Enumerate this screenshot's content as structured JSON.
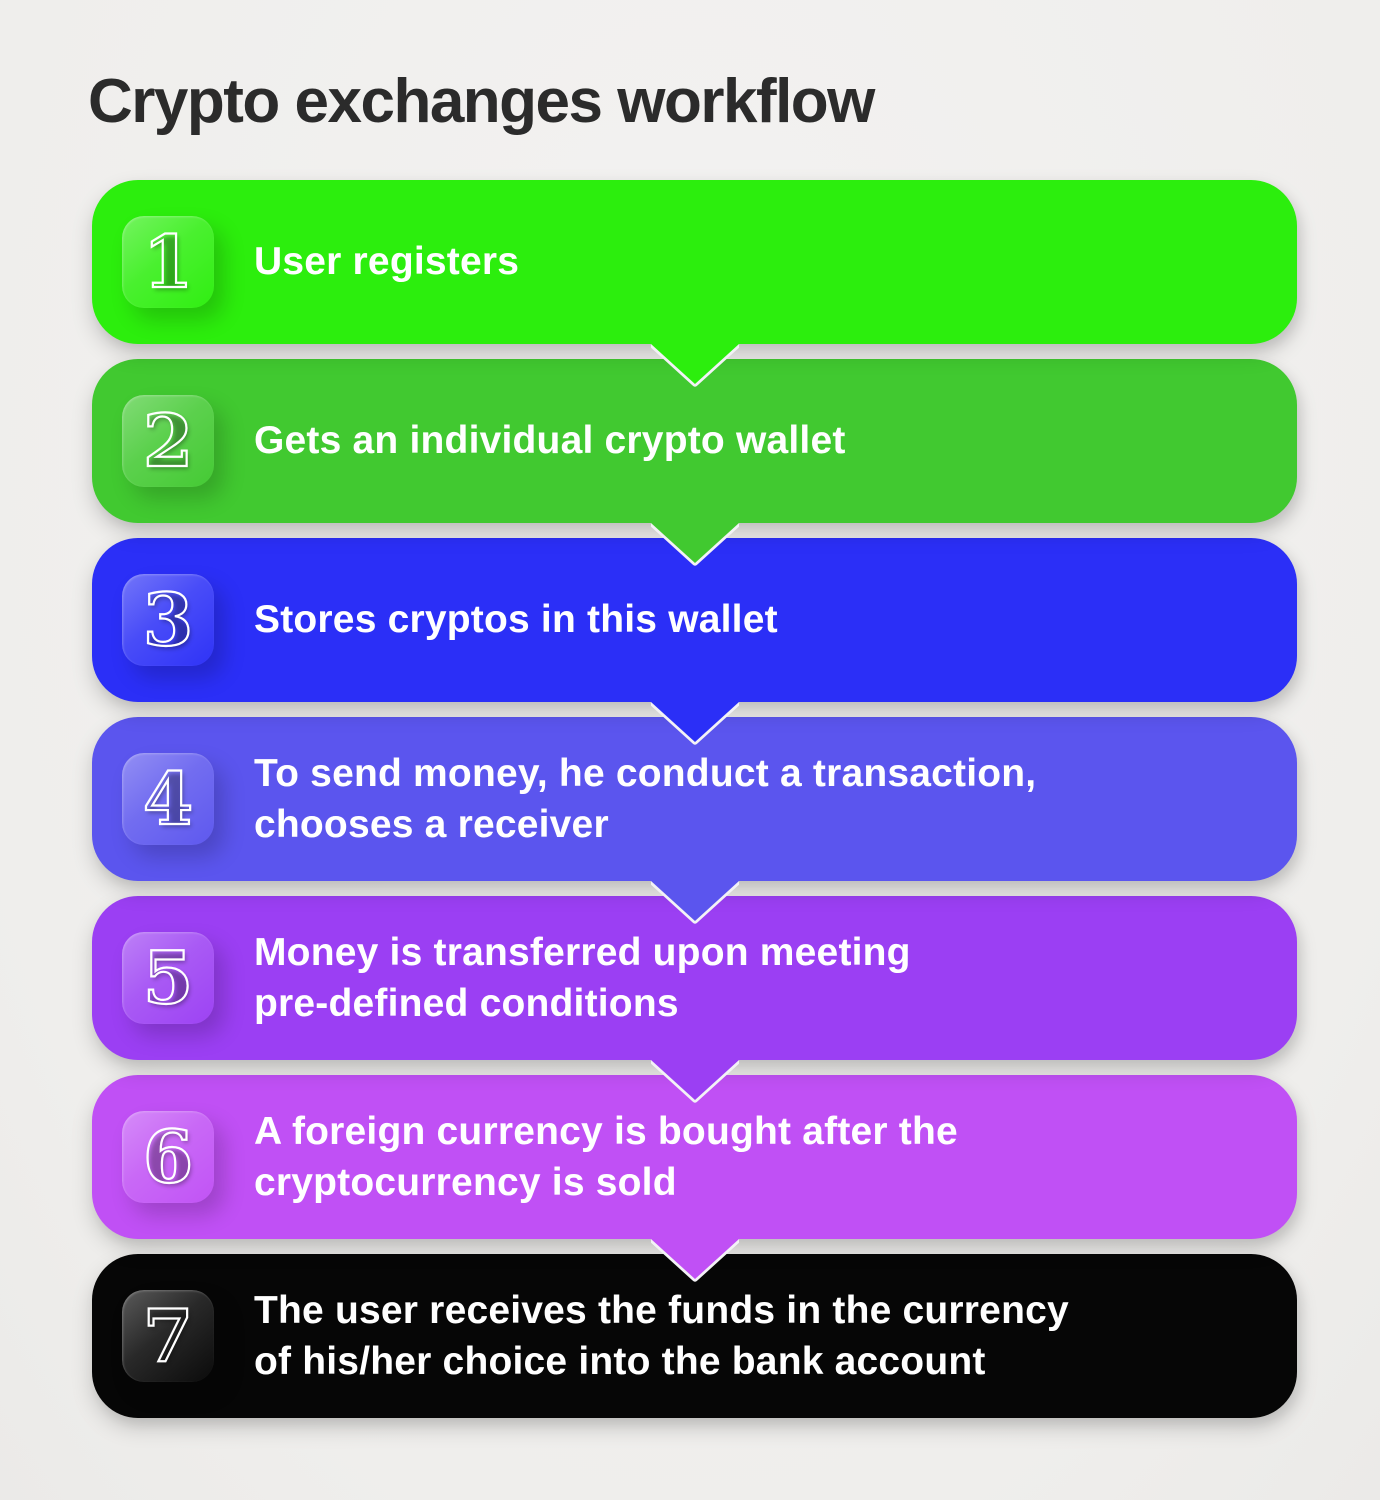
{
  "page": {
    "title": "Crypto exchanges workflow",
    "background_color": "#f1f0ef",
    "title_color": "#2b2b2b",
    "text_color": "#ffffff",
    "connector_stroke_color": "#f3f2f6"
  },
  "steps": [
    {
      "number": "1",
      "label": "User registers",
      "color": "#2cee0d"
    },
    {
      "number": "2",
      "label": "Gets an individual crypto wallet",
      "color": "#41c930"
    },
    {
      "number": "3",
      "label": "Stores cryptos in this wallet",
      "color": "#2b2ff7"
    },
    {
      "number": "4",
      "label": "To send money, he conduct a transaction,\nchooses a receiver",
      "color": "#5b55ee"
    },
    {
      "number": "5",
      "label": "Money is transferred upon meeting\npre-defined conditions",
      "color": "#9b3ff3"
    },
    {
      "number": "6",
      "label": "A foreign currency is bought after the\ncryptocurrency is sold",
      "color": "#c050f5"
    },
    {
      "number": "7",
      "label": "The user receives the funds in the currency\nof his/her choice into the bank account",
      "color": "#060606"
    }
  ]
}
